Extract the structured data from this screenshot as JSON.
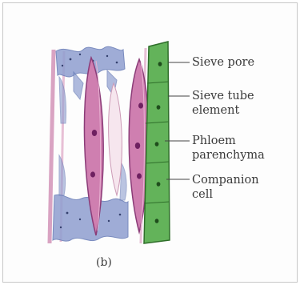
{
  "labels": {
    "sieve_pore": "Sieve pore",
    "sieve_tube_line1": "Sieve tube",
    "sieve_tube_line2": "element",
    "phloem_line1": "Phloem",
    "phloem_line2": "parenchyma",
    "companion_line1": "Companion",
    "companion_line2": "cell"
  },
  "caption": "(b)",
  "colors": {
    "sieve_cell_fill": "#cf7fb0",
    "cell_wall_pink": "#e9b7d1",
    "nucleus": "#7a2e6a",
    "companion_green": "#63b35a",
    "companion_outline": "#2f6e2a",
    "phloem_blue": "#8f9fd0",
    "leader_line": "#444444"
  }
}
